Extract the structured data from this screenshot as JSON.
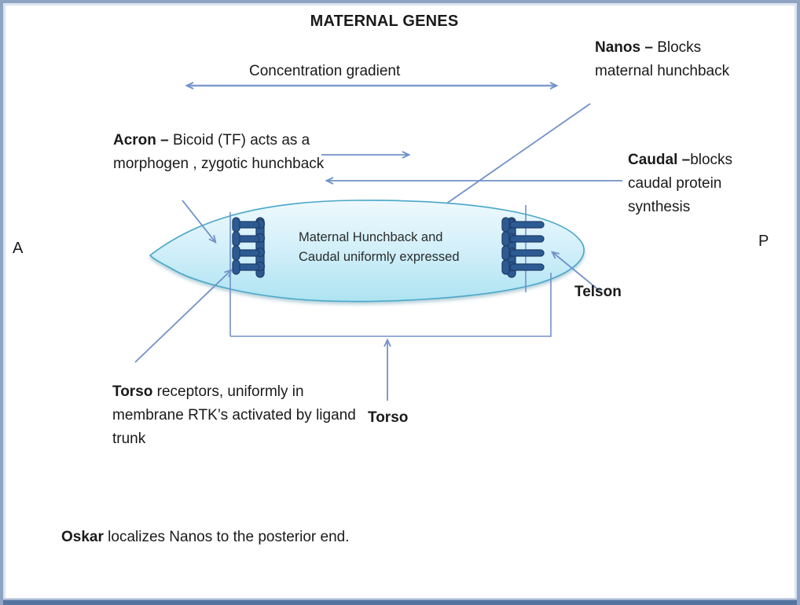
{
  "title": "MATERNAL GENES",
  "labels": {
    "concentration_gradient": "Concentration gradient",
    "anterior": "A",
    "posterior": "P",
    "telson": "Telson",
    "torso": "Torso"
  },
  "annotations": {
    "nanos": {
      "term": "Nanos –",
      "desc": " Blocks maternal hunchback"
    },
    "acron": {
      "term": "Acron –",
      "desc": " Bicoid (TF) acts as a morphogen , zygotic hunchback"
    },
    "caudal": {
      "term": "Caudal –",
      "desc": "blocks caudal protein synthesis"
    },
    "torso_receptors": {
      "term": "Torso",
      "desc": " receptors, uniformly in membrane RTK’s activated by ligand trunk"
    },
    "oskar": {
      "term": "Oskar",
      "desc": " localizes Nanos to the posterior end."
    }
  },
  "embryo": {
    "caption": "Maternal Hunchback and Caudal uniformly expressed"
  },
  "colors": {
    "arrow_line": "#7191c8",
    "embryo_fill_top": "#eef9fd",
    "embryo_fill_bottom": "#aee3f2",
    "embryo_stroke": "#4aa7c9",
    "receptor": "#2d5a92",
    "frame": "#8fa3c2",
    "frame_bottom": "#54749f",
    "text": "#1a1a1a"
  }
}
